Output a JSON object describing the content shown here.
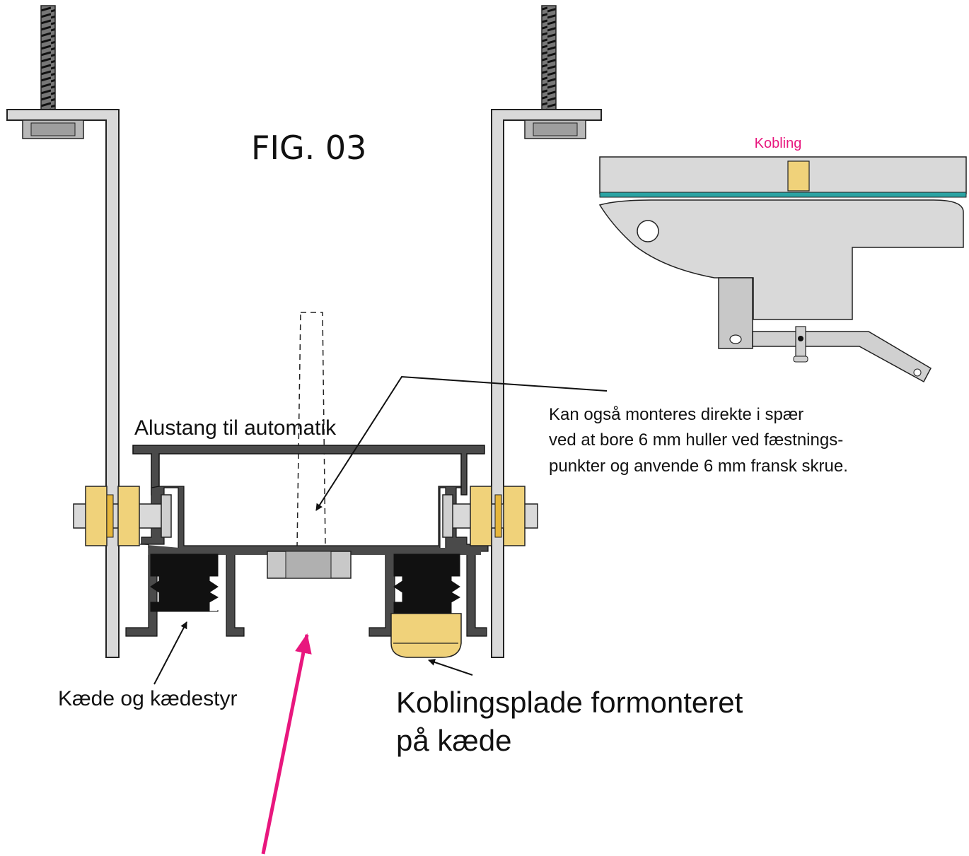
{
  "figure": {
    "title": "FIG. 03"
  },
  "labels": {
    "alustang": "Alustang til automatik",
    "note_line1": "Kan også monteres direkte i spær",
    "note_line2": "ved at bore 6 mm huller ved fæstnings-",
    "note_line3": "punkter og anvende 6 mm fransk skrue.",
    "chain_guide": "Kæde og kædestyr",
    "coupling_plate_line1": "Koblingsplade formonteret",
    "coupling_plate_line2": "på kæde",
    "inset_coupling": "Kobling"
  },
  "colors": {
    "steel": "#d9d9d9",
    "profile": "#4a4a4a",
    "brass": "#f0d27a",
    "chain": "#111111",
    "teal": "#2ba3a3",
    "accent_arrow": "#e8177e",
    "outline": "#222222"
  }
}
